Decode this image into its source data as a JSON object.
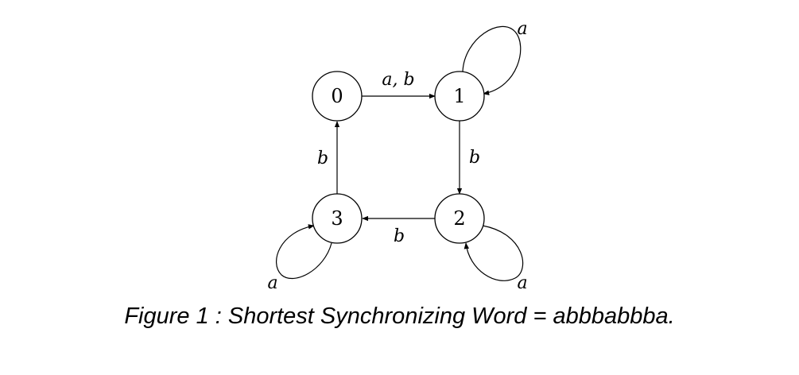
{
  "diagram": {
    "nodes": [
      {
        "id": "0",
        "label": "0"
      },
      {
        "id": "1",
        "label": "1"
      },
      {
        "id": "2",
        "label": "2"
      },
      {
        "id": "3",
        "label": "3"
      }
    ],
    "edges": [
      {
        "from": "0",
        "to": "1",
        "label": "a, b"
      },
      {
        "from": "1",
        "to": "1",
        "label": "a"
      },
      {
        "from": "1",
        "to": "2",
        "label": "b"
      },
      {
        "from": "2",
        "to": "2",
        "label": "a"
      },
      {
        "from": "2",
        "to": "3",
        "label": "b"
      },
      {
        "from": "3",
        "to": "3",
        "label": "a"
      },
      {
        "from": "3",
        "to": "0",
        "label": "b"
      }
    ]
  },
  "caption": "Figure 1 : Shortest Synchronizing Word = abbbabbba."
}
